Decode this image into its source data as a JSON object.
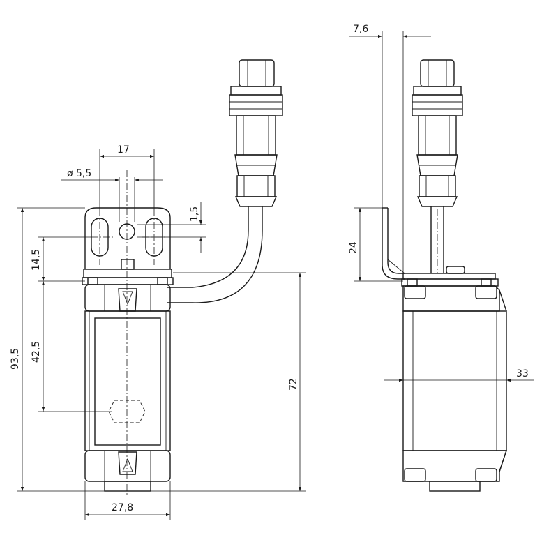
{
  "dimensions": {
    "width_17": "17",
    "hole_dia": "ø 5,5",
    "offset_1_5": "1,5",
    "offset_14_5": "14,5",
    "height_93_5": "93,5",
    "height_42_5": "42,5",
    "height_72": "72",
    "width_27_8": "27,8",
    "offset_7_6": "7,6",
    "bracket_24": "24",
    "depth_33": "33"
  }
}
